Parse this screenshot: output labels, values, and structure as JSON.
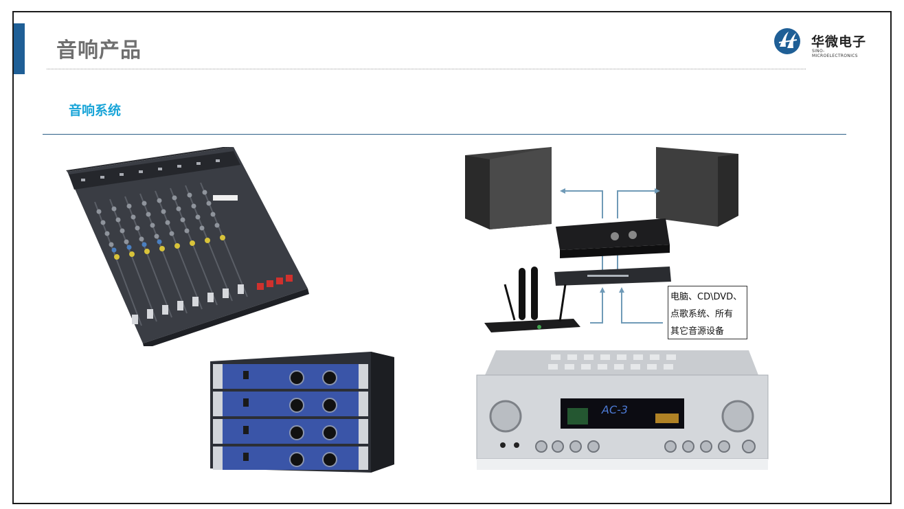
{
  "header": {
    "title": "音响产品"
  },
  "logo": {
    "name_cn": "华微电子",
    "name_en": "SINO-MICROELECTRONICS",
    "brand_color": "#1f5f96"
  },
  "section": {
    "title": "音响系统"
  },
  "images": [
    {
      "subject": "audio mixing console"
    },
    {
      "subject": "audio system connection diagram"
    },
    {
      "subject": "stacked power amplifiers"
    },
    {
      "subject": "AV receiver amplifier"
    }
  ],
  "diagram": {
    "source_label": [
      "电脑、CD\\DVD、",
      "点歌系统、所有",
      "其它音源设备"
    ],
    "receiver_display": "AC-3"
  },
  "colors": {
    "accent": "#1f5f96",
    "section_title": "#1aa5d8",
    "title": "#6f6f6f"
  }
}
